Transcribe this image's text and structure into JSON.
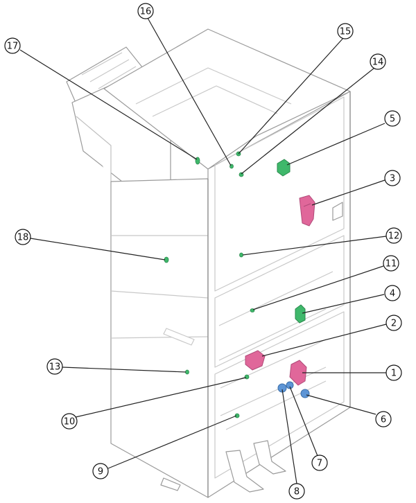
{
  "figure": {
    "style": {
      "outline": "#8a8a8a",
      "outline_light": "#bdbdbd",
      "body_fill": "#ffffff",
      "part_green": "#3fb86b",
      "part_pink": "#e0679a",
      "part_blue": "#5d95d6",
      "leader": "#222222"
    },
    "callouts": [
      {
        "id": "c1",
        "label": "1"
      },
      {
        "id": "c2",
        "label": "2"
      },
      {
        "id": "c3",
        "label": "3"
      },
      {
        "id": "c4",
        "label": "4"
      },
      {
        "id": "c5",
        "label": "5"
      },
      {
        "id": "c6",
        "label": "6"
      },
      {
        "id": "c7",
        "label": "7"
      },
      {
        "id": "c8",
        "label": "8"
      },
      {
        "id": "c9",
        "label": "9"
      },
      {
        "id": "c10",
        "label": "10"
      },
      {
        "id": "c11",
        "label": "11"
      },
      {
        "id": "c12",
        "label": "12"
      },
      {
        "id": "c13",
        "label": "13"
      },
      {
        "id": "c14",
        "label": "14"
      },
      {
        "id": "c15",
        "label": "15"
      },
      {
        "id": "c16",
        "label": "16"
      },
      {
        "id": "c17",
        "label": "17"
      },
      {
        "id": "c18",
        "label": "18"
      }
    ]
  }
}
